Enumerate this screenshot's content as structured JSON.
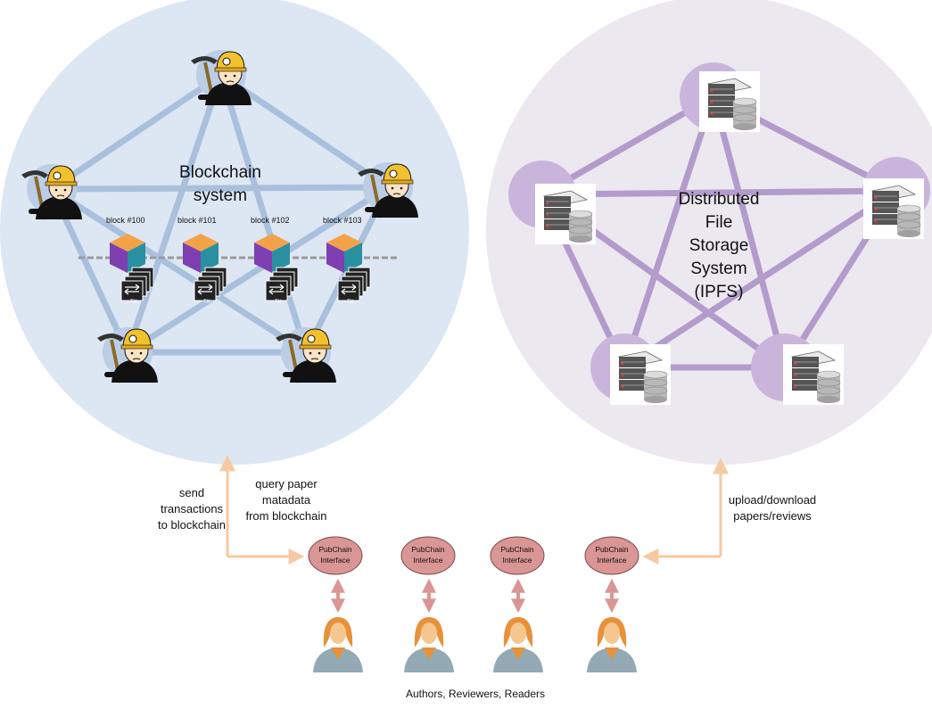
{
  "blockchain": {
    "title_line1": "Blockchain",
    "title_line2": "system",
    "blocks": [
      "block #100",
      "block #101",
      "block #102",
      "block #103"
    ],
    "tx_label": "TX"
  },
  "storage": {
    "title_lines": [
      "Distributed",
      "File",
      "Storage",
      "System",
      "(IPFS)"
    ]
  },
  "arrows": {
    "send_lines": [
      "send",
      "transactions",
      "to blockchain"
    ],
    "query_lines": [
      "query paper",
      "matadata",
      "from blockchain"
    ],
    "upload_lines": [
      "upload/download",
      "papers/reviews"
    ]
  },
  "interface_label_line1": "PubChain",
  "interface_label_line2": "Interface",
  "users_caption": "Authors, Reviewers, Readers",
  "colors": {
    "blockchain_bg": "#dde6f3",
    "blockchain_line": "#a9c0dd",
    "storage_bg": "#ece8f0",
    "storage_line": "#b39bcc",
    "arrow_orange": "#f7c9a2",
    "interface_fill": "#d99694",
    "user_orange": "#e8913a",
    "user_body": "#93aab5"
  }
}
